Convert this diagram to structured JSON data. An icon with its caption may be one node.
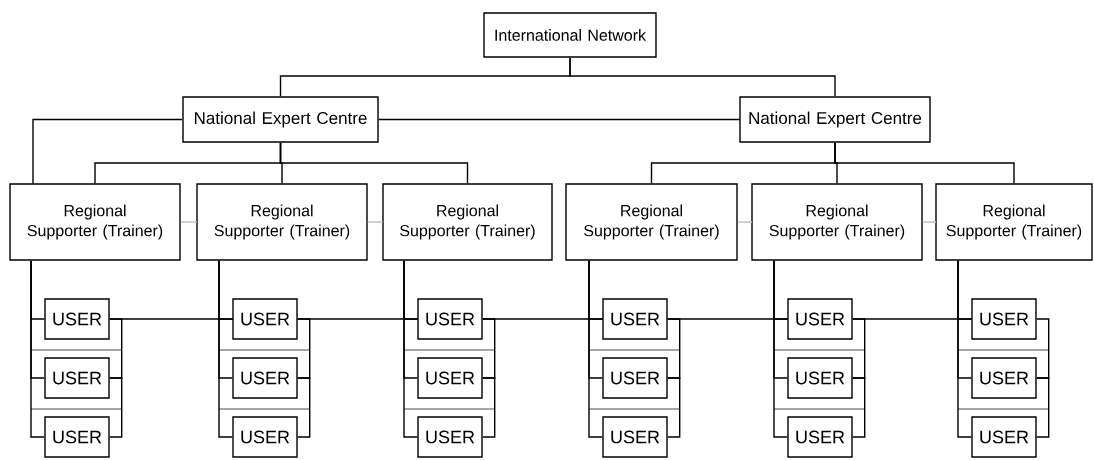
{
  "diagram": {
    "nodes": [
      {
        "text": [
          "International Network"
        ]
      },
      {
        "text": [
          "National Expert Centre"
        ]
      },
      {
        "text": [
          "National Expert Centre"
        ]
      },
      {
        "text": [
          "Regional Supporter (Trainer)"
        ]
      },
      {
        "text": [
          "Regional Supporter (Trainer)"
        ]
      },
      {
        "text": [
          "Regional Supporter (Trainer)"
        ]
      },
      {
        "text": [
          "Regional Supporter (Trainer)"
        ]
      },
      {
        "text": [
          "Regional Supporter (Trainer)"
        ]
      },
      {
        "text": [
          "Regional Supporter (Trainer)"
        ]
      },
      {
        "text": [
          "USER"
        ]
      },
      {
        "text": [
          "USER"
        ]
      },
      {
        "text": [
          "USER"
        ]
      },
      {
        "text": [
          "USER"
        ]
      },
      {
        "text": [
          "USER"
        ]
      },
      {
        "text": [
          "USER"
        ]
      },
      {
        "text": [
          "USER"
        ]
      },
      {
        "text": [
          "USER"
        ]
      },
      {
        "text": [
          "USER"
        ]
      },
      {
        "text": [
          "USER"
        ]
      },
      {
        "text": [
          "USER"
        ]
      },
      {
        "text": [
          "USER"
        ]
      },
      {
        "text": [
          "USER"
        ]
      },
      {
        "text": [
          "USER"
        ]
      },
      {
        "text": [
          "USER"
        ]
      },
      {
        "text": [
          "USER"
        ]
      },
      {
        "text": [
          "USER"
        ]
      },
      {
        "text": [
          "USER"
        ]
      }
    ],
    "edges": [
      {
        "from": 0,
        "to": 1,
        "arrow": "none"
      },
      {
        "from": 0,
        "to": 2,
        "arrow": "none"
      },
      {
        "from": 1,
        "to": 2,
        "arrow": "none"
      },
      {
        "from": 1,
        "to": 3,
        "arrow": "none"
      },
      {
        "from": 1,
        "to": 3,
        "arrow": "none"
      },
      {
        "from": 1,
        "to": 4,
        "arrow": "none"
      },
      {
        "from": 1,
        "to": 5,
        "arrow": "none"
      },
      {
        "from": 2,
        "to": 6,
        "arrow": "none"
      },
      {
        "from": 2,
        "to": 7,
        "arrow": "none"
      },
      {
        "from": 2,
        "to": 8,
        "arrow": "none"
      },
      {
        "from": 3,
        "to": 9,
        "arrow": "none"
      },
      {
        "from": 3,
        "to": 10,
        "arrow": "none"
      },
      {
        "from": 3,
        "to": 11,
        "arrow": "none"
      },
      {
        "from": 4,
        "to": 12,
        "arrow": "none"
      },
      {
        "from": 4,
        "to": 13,
        "arrow": "none"
      },
      {
        "from": 4,
        "to": 14,
        "arrow": "none"
      },
      {
        "from": 5,
        "to": 15,
        "arrow": "none"
      },
      {
        "from": 5,
        "to": 16,
        "arrow": "none"
      },
      {
        "from": 5,
        "to": 17,
        "arrow": "none"
      },
      {
        "from": 6,
        "to": 18,
        "arrow": "none"
      },
      {
        "from": 6,
        "to": 19,
        "arrow": "none"
      },
      {
        "from": 6,
        "to": 20,
        "arrow": "none"
      },
      {
        "from": 7,
        "to": 21,
        "arrow": "none"
      },
      {
        "from": 7,
        "to": 22,
        "arrow": "none"
      },
      {
        "from": 7,
        "to": 23,
        "arrow": "none"
      },
      {
        "from": 8,
        "to": 24,
        "arrow": "none"
      },
      {
        "from": 8,
        "to": 25,
        "arrow": "none"
      },
      {
        "from": 8,
        "to": 26,
        "arrow": "none"
      },
      {
        "from": 9,
        "to": 10,
        "arrow": "none"
      },
      {
        "from": 10,
        "to": 11,
        "arrow": "none"
      },
      {
        "from": 12,
        "to": 13,
        "arrow": "none"
      },
      {
        "from": 13,
        "to": 14,
        "arrow": "none"
      },
      {
        "from": 15,
        "to": 16,
        "arrow": "none"
      },
      {
        "from": 16,
        "to": 17,
        "arrow": "none"
      },
      {
        "from": 18,
        "to": 19,
        "arrow": "none"
      },
      {
        "from": 19,
        "to": 20,
        "arrow": "none"
      },
      {
        "from": 21,
        "to": 22,
        "arrow": "none"
      },
      {
        "from": 22,
        "to": 23,
        "arrow": "none"
      },
      {
        "from": 24,
        "to": 25,
        "arrow": "none"
      },
      {
        "from": 25,
        "to": 26,
        "arrow": "none"
      },
      {
        "from": 9,
        "to": 12,
        "arrow": "none"
      },
      {
        "from": 12,
        "to": 15,
        "arrow": "none"
      },
      {
        "from": 15,
        "to": 18,
        "arrow": "none"
      },
      {
        "from": 18,
        "to": 21,
        "arrow": "none"
      },
      {
        "from": 21,
        "to": 24,
        "arrow": "none"
      },
      {
        "from": 3,
        "to": 4,
        "arrow": "none",
        "color": "#bbbbbb"
      },
      {
        "from": 4,
        "to": 5,
        "arrow": "none",
        "color": "#bbbbbb"
      },
      {
        "from": 6,
        "to": 7,
        "arrow": "none",
        "color": "#bbbbbb"
      },
      {
        "from": 7,
        "to": 8,
        "arrow": "none",
        "color": "#bbbbbb"
      }
    ]
  }
}
